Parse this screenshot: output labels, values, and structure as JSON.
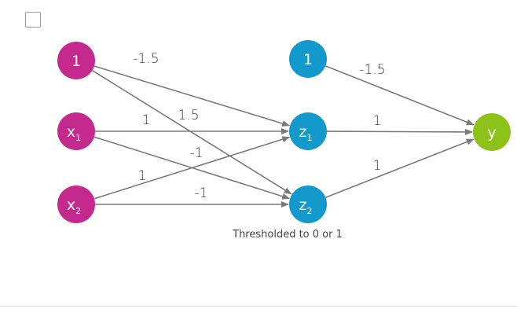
{
  "colors": {
    "input_node": "#c42a8e",
    "hidden_node": "#1399cc",
    "output_node": "#8cc21a",
    "edge": "#7a7a7a",
    "label": "#333333"
  },
  "checkbox": {
    "checked": false
  },
  "nodes": [
    {
      "id": "in-bias",
      "base": "1",
      "sub": "",
      "kind": "input_node"
    },
    {
      "id": "in-x1",
      "base": "x",
      "sub": "1",
      "kind": "input_node"
    },
    {
      "id": "in-x2",
      "base": "x",
      "sub": "2",
      "kind": "input_node"
    },
    {
      "id": "hid-bias",
      "base": "1",
      "sub": "",
      "kind": "hidden_node"
    },
    {
      "id": "hid-z1",
      "base": "z",
      "sub": "1",
      "kind": "hidden_node"
    },
    {
      "id": "hid-z2",
      "base": "z",
      "sub": "2",
      "kind": "hidden_node"
    },
    {
      "id": "out-y",
      "base": "y",
      "sub": "",
      "kind": "output_node"
    }
  ],
  "edges": [
    {
      "from": "in-bias",
      "to": "hid-z1",
      "weight": "-1.5"
    },
    {
      "from": "in-bias",
      "to": "hid-z2",
      "weight": "1.5"
    },
    {
      "from": "in-x1",
      "to": "hid-z1",
      "weight": "1"
    },
    {
      "from": "in-x1",
      "to": "hid-z2",
      "weight": "-1"
    },
    {
      "from": "in-x2",
      "to": "hid-z1",
      "weight": "1"
    },
    {
      "from": "in-x2",
      "to": "hid-z2",
      "weight": "-1"
    },
    {
      "from": "hid-bias",
      "to": "out-y",
      "weight": "-1.5"
    },
    {
      "from": "hid-z1",
      "to": "out-y",
      "weight": "1"
    },
    {
      "from": "hid-z2",
      "to": "out-y",
      "weight": "1"
    }
  ],
  "caption": "Thresholded to 0 or 1"
}
